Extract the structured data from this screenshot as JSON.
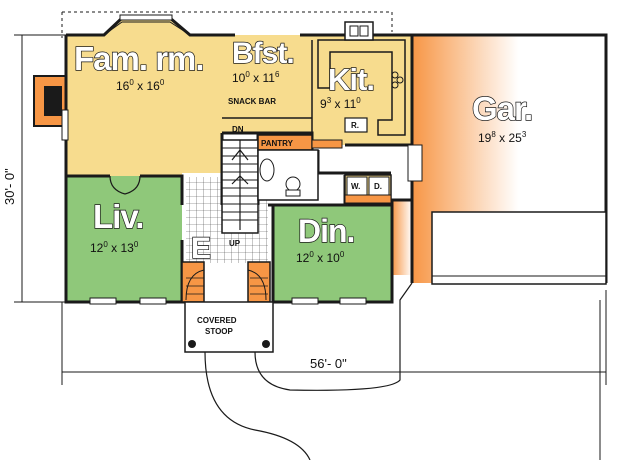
{
  "colors": {
    "family_kitchen": "#f7dc8e",
    "living_dining": "#8fc87a",
    "garage_gradient_start": "#f79645",
    "garage_gradient_end": "#ffffff",
    "wall": "#1a1a1a"
  },
  "rooms": {
    "family": {
      "name": "Fam. rm.",
      "dim_a": "16",
      "sup_a": "0",
      "dim_mid": " x 16",
      "sup_b": "0"
    },
    "breakfast": {
      "name": "Bfst.",
      "dim_a": "10",
      "sup_a": "0",
      "dim_mid": " x 11",
      "sup_b": "6"
    },
    "kitchen": {
      "name": "Kit.",
      "dim_a": "9",
      "sup_a": "3",
      "dim_mid": " x 11",
      "sup_b": "0"
    },
    "garage": {
      "name": "Gar.",
      "dim_a": "19",
      "sup_a": "8",
      "dim_mid": " x 25",
      "sup_b": "3"
    },
    "living": {
      "name": "Liv.",
      "dim_a": "12",
      "sup_a": "0",
      "dim_mid": " x 13",
      "sup_b": "0"
    },
    "dining": {
      "name": "Din.",
      "dim_a": "12",
      "sup_a": "0",
      "dim_mid": " x 10",
      "sup_b": "0"
    },
    "entry": {
      "name": "E"
    }
  },
  "labels": {
    "snack_bar": "SNACK BAR",
    "pantry": "PANTRY",
    "dn": "DN",
    "up": "UP",
    "washer": "W.",
    "dryer": "D.",
    "refrigerator": "R.",
    "covered": "COVERED",
    "stoop": "STOOP"
  },
  "dimensions": {
    "depth": "30'- 0\"",
    "width": "56'- 0\""
  }
}
